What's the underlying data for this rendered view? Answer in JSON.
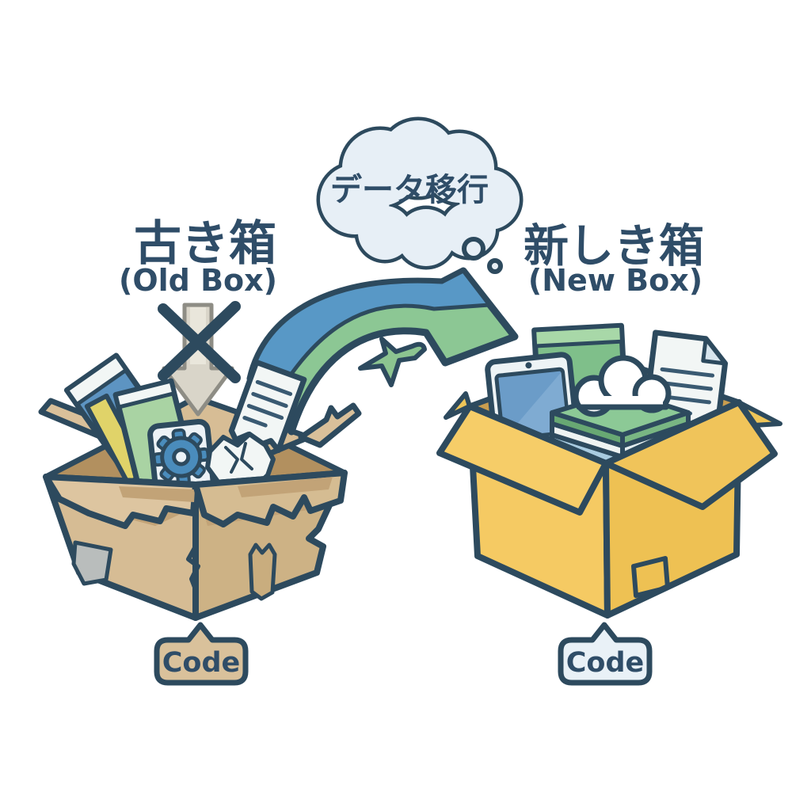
{
  "cloud": {
    "label": "データ移行"
  },
  "old_box": {
    "title": "古き箱",
    "subtitle": "(Old Box)",
    "tag": "Code"
  },
  "new_box": {
    "title": "新しき箱",
    "subtitle": "(New Box)",
    "tag": "Code"
  },
  "icons": {
    "thought-cloud-icon": "💭",
    "migration-arrow-icon": "➜",
    "paper-plane-icon": "✈",
    "blocked-arrow-icon": "⬇",
    "x-mark-icon": "✕",
    "gear-icon": "⚙",
    "document-icon": "📄",
    "book-icon": "📗",
    "tablet-icon": "📱",
    "cloud-icon": "☁",
    "crumpled-paper-icon": "🗑",
    "old-box-icon": "📦",
    "new-box-icon": "📦"
  },
  "colors": {
    "bg": "#ffffff",
    "outline": "#2d4a5e",
    "text": "#2f4d68",
    "cloud-fill": "#e7eff6",
    "arrow-blue": "#5898c6",
    "arrow-green": "#8cc794",
    "plane-green": "#8cc490",
    "gray-arrow": "#d9d5c9",
    "gray-arrow-lite": "#e9e6db",
    "gray-arrow-stroke": "#8e8d85",
    "box-old-left": "#d6bc94",
    "box-old-right": "#cdb285",
    "box-old-flap-front": "#ddc5a0",
    "box-old-flap-front2": "#d5bc92",
    "box-old-flap": "#d9c09a",
    "box-old-back": "#d7bd95",
    "box-old-interior": "#b2905f",
    "box-old-shadow": "#c2a377",
    "box-old-tear": "#c9ad7e",
    "patch-gray": "#b9bdbc",
    "book-blue": "#5d94c2",
    "book-yellow": "#e0d369",
    "book-green": "#a9d3a3",
    "card": "#ecf2f6",
    "gear-blue": "#4a8cbc",
    "paper": "#f2f6f5",
    "doc-line": "#3a5a72",
    "fold": "#d7e5ee",
    "box-new-left": "#f5ca63",
    "box-new-right": "#eec153",
    "box-new-flap-l": "#f6cd68",
    "box-new-flap-r": "#f0c45a",
    "box-new-dark": "#eec558",
    "box-new-interior": "#c89d4f",
    "nb-green": "#7fbf8a",
    "nb-green-lite": "#a8d8a8",
    "frame": "#edf3f5",
    "screen-blue": "#6b9cc8",
    "screen-lite": "#7fabd2",
    "white": "#ffffff",
    "stk-green-top": "#8cc996",
    "stk-green-l": "#68a873",
    "stk-green-r": "#79b683",
    "stk-white": "#eef3f2",
    "stk-white2": "#e2ecef",
    "stk-blue": "#a8cbe0",
    "stk-blue2": "#97bfd9",
    "tag-tan": "#d9c19b",
    "tag-blue": "#e9f1f7"
  }
}
